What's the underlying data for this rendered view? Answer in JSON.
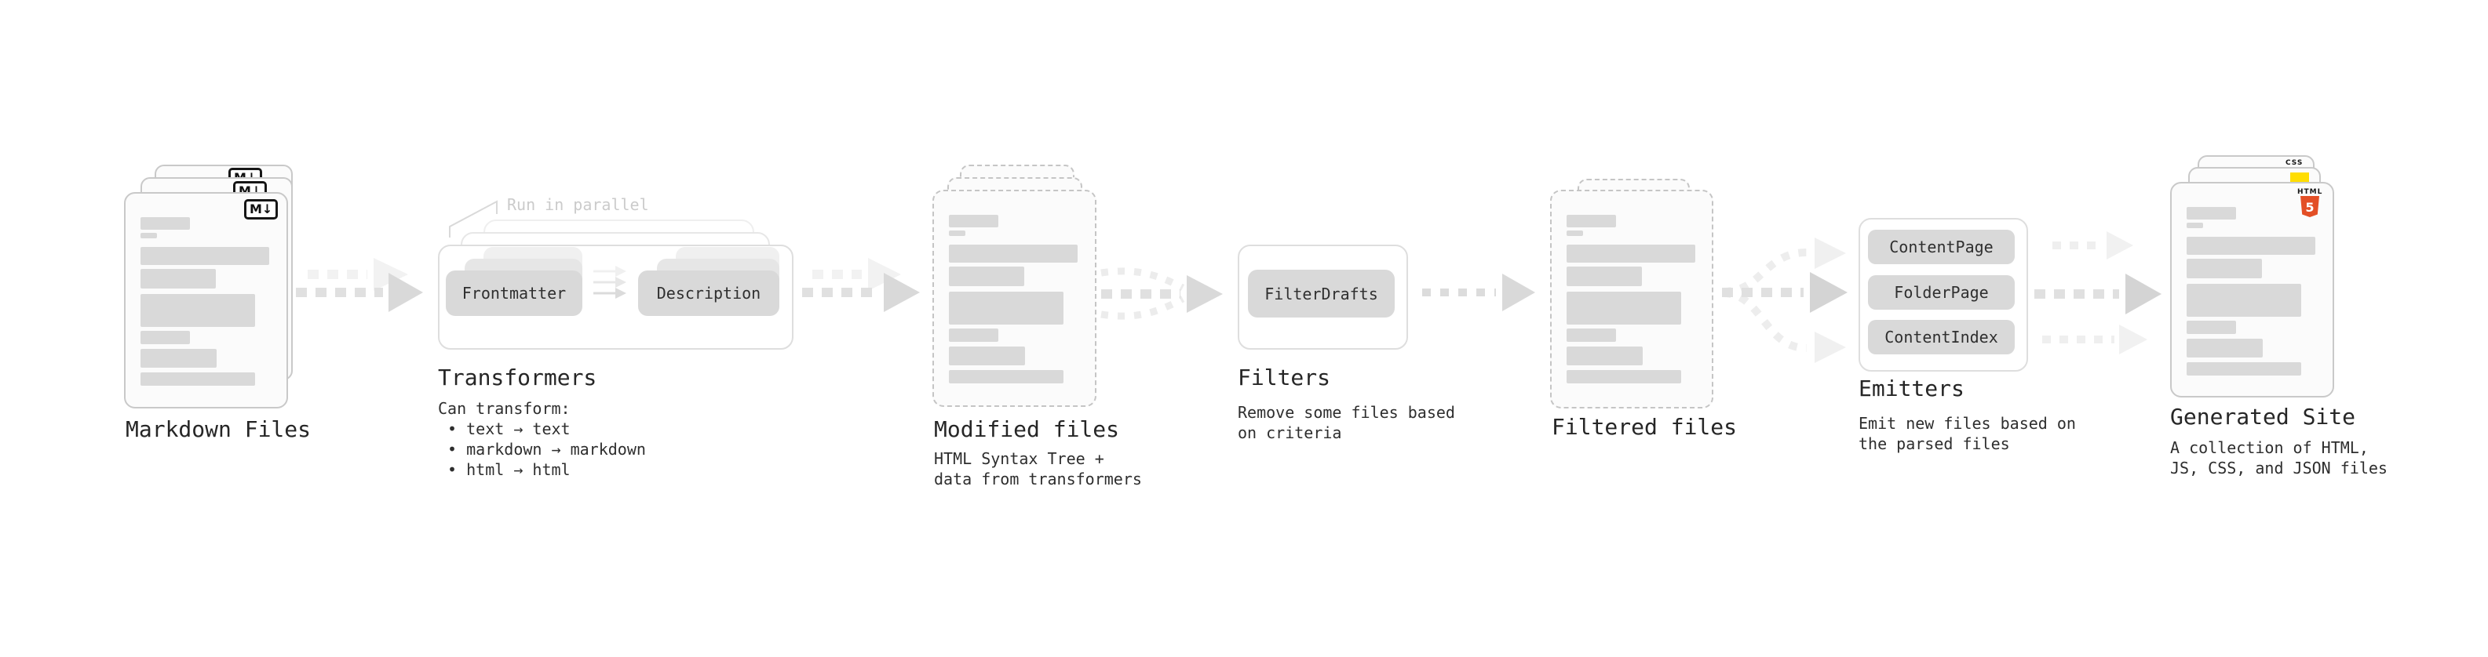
{
  "stages": {
    "markdown_files": {
      "title": "Markdown Files"
    },
    "transformers": {
      "title": "Transformers",
      "subtitle": "Can transform:\n • text → text\n • markdown → markdown\n • html → html",
      "callout": "Run in parallel",
      "pills": {
        "frontmatter": "Frontmatter",
        "description": "Description"
      }
    },
    "modified_files": {
      "title": "Modified files",
      "subtitle": "HTML Syntax Tree +\ndata from transformers"
    },
    "filters": {
      "title": "Filters",
      "subtitle": "Remove some files based\non criteria",
      "pills": {
        "filter_drafts": "FilterDrafts"
      }
    },
    "filtered_files": {
      "title": "Filtered files"
    },
    "emitters": {
      "title": "Emitters",
      "subtitle": "Emit new files based on\nthe parsed files",
      "pills": {
        "content_page": "ContentPage",
        "folder_page": "FolderPage",
        "content_index": "ContentIndex"
      }
    },
    "generated_site": {
      "title": "Generated Site",
      "subtitle": "A collection of HTML,\nJS, CSS, and JSON files"
    }
  },
  "icons": {
    "markdown": "M↓",
    "html5": {
      "wordmark": "HTML",
      "numeral": "5"
    },
    "css": {
      "wordmark": "CSS"
    },
    "js": {
      "name": "js-yellow-square"
    }
  },
  "colors": {
    "html5_orange": "#e34f26",
    "js_yellow": "#ffdd00",
    "css_blue": "#2563eb",
    "pill_gray": "#d9d9d9",
    "bar_gray": "#d9d9d9",
    "arrow_gray": "#d9d9d9",
    "title_text": "#262626",
    "callout_gray": "#cbcbcb"
  }
}
